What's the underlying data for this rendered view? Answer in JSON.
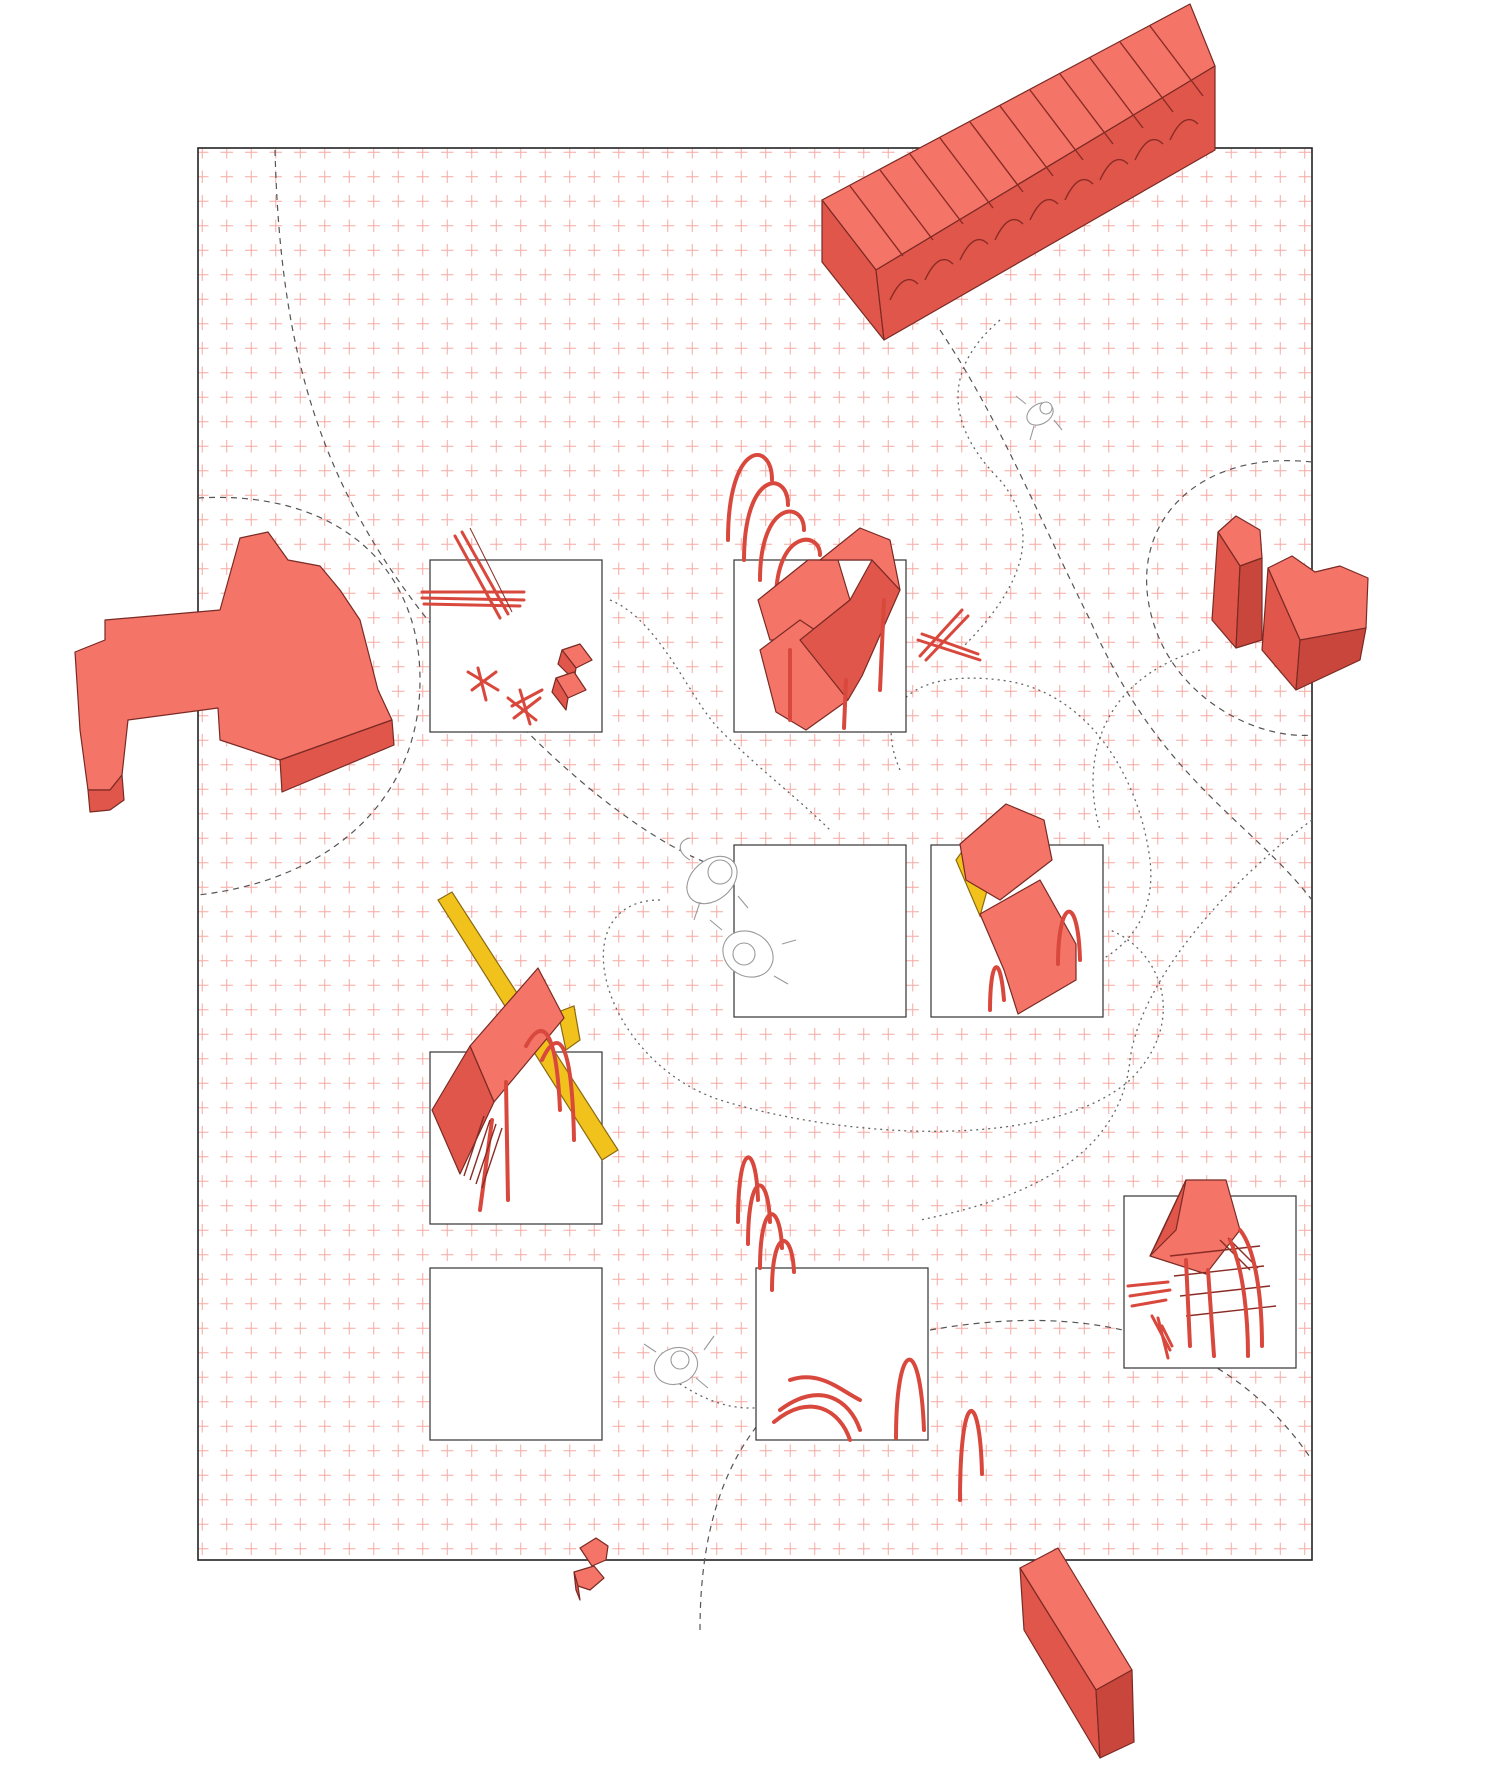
{
  "drawing": {
    "kind": "site plan axonometric",
    "text_labels": [],
    "colors": {
      "structure_red": "#f47468",
      "structure_shadow": "#e0564b",
      "accent_yellow": "#f2c21c",
      "grid_cross": "#f6a9a3",
      "frame_line": "#222222",
      "human_figure_line": "#9a9a9a"
    },
    "elements": [
      "long-arcade-building",
      "l-shaped-building",
      "block-buildings-right",
      "small-block-bottom-left",
      "slanted-block-bottom",
      "timber-stacks-panel",
      "vault-arches-panel",
      "empty-panel-center",
      "curved-roof-panel",
      "yellow-beam-pavilion-panel",
      "empty-panel-bottom-left",
      "bent-rib-panel",
      "gable-frame-panel",
      "walking-paths",
      "human-figures"
    ]
  }
}
